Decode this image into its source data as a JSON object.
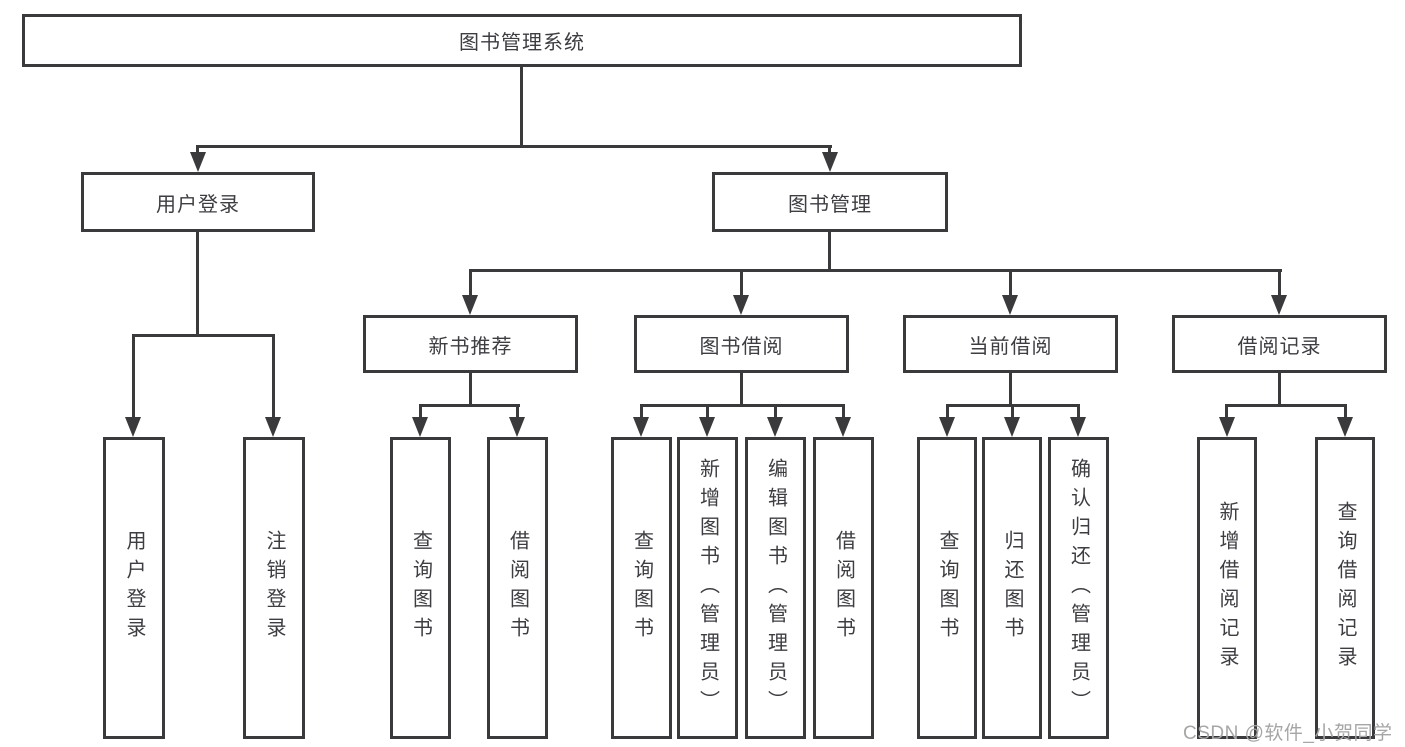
{
  "diagram": {
    "type": "hierarchy-flowchart",
    "root": {
      "label": "图书管理系统"
    },
    "level2": [
      {
        "label": "用户登录",
        "parent": "图书管理系统"
      },
      {
        "label": "图书管理",
        "parent": "图书管理系统"
      }
    ],
    "level3": [
      {
        "label": "新书推荐",
        "parent": "图书管理"
      },
      {
        "label": "图书借阅",
        "parent": "图书管理"
      },
      {
        "label": "当前借阅",
        "parent": "图书管理"
      },
      {
        "label": "借阅记录",
        "parent": "图书管理"
      }
    ],
    "leaves": [
      {
        "label": "用户登录",
        "parent": "用户登录"
      },
      {
        "label": "注销登录",
        "parent": "用户登录"
      },
      {
        "label": "查询图书",
        "parent": "新书推荐"
      },
      {
        "label": "借阅图书",
        "parent": "新书推荐"
      },
      {
        "label": "查询图书",
        "parent": "图书借阅"
      },
      {
        "label": "新增图书（管理员）",
        "parent": "图书借阅"
      },
      {
        "label": "编辑图书（管理员）",
        "parent": "图书借阅"
      },
      {
        "label": "借阅图书",
        "parent": "图书借阅"
      },
      {
        "label": "查询图书",
        "parent": "当前借阅"
      },
      {
        "label": "归还图书",
        "parent": "当前借阅"
      },
      {
        "label": "确认归还（管理员）",
        "parent": "当前借阅"
      },
      {
        "label": "新增借阅记录",
        "parent": "借阅记录"
      },
      {
        "label": "查询借阅记录",
        "parent": "借阅记录"
      }
    ]
  },
  "watermark": {
    "text": "CSDN @软件_小贺同学"
  },
  "colors": {
    "line": "#3a3a3c",
    "text": "#3d3d42",
    "watermark": "#a6a6a6",
    "background": "#ffffff"
  }
}
